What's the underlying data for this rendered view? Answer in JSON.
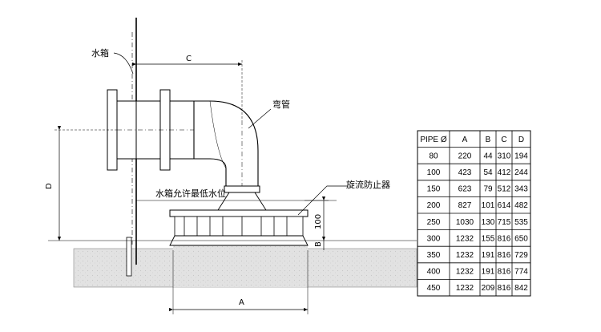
{
  "labels": {
    "tank": "水箱",
    "elbow": "弯管",
    "min_level": "水箱允许最低水位",
    "anti_vortex": "旋流防止器"
  },
  "dimensions": {
    "a": "A",
    "b": "B",
    "c": "C",
    "d": "D",
    "clearance": "100"
  },
  "table": {
    "headers": [
      "PIPE Ø",
      "A",
      "B",
      "C",
      "D"
    ],
    "rows": [
      [
        "80",
        "220",
        "44",
        "310",
        "194"
      ],
      [
        "100",
        "423",
        "54",
        "412",
        "244"
      ],
      [
        "150",
        "623",
        "79",
        "512",
        "343"
      ],
      [
        "200",
        "827",
        "101",
        "614",
        "482"
      ],
      [
        "250",
        "1030",
        "130",
        "715",
        "535"
      ],
      [
        "300",
        "1232",
        "155",
        "816",
        "650"
      ],
      [
        "350",
        "1232",
        "191",
        "816",
        "729"
      ],
      [
        "400",
        "1232",
        "191",
        "816",
        "774"
      ],
      [
        "450",
        "1232",
        "209",
        "816",
        "842"
      ]
    ]
  }
}
